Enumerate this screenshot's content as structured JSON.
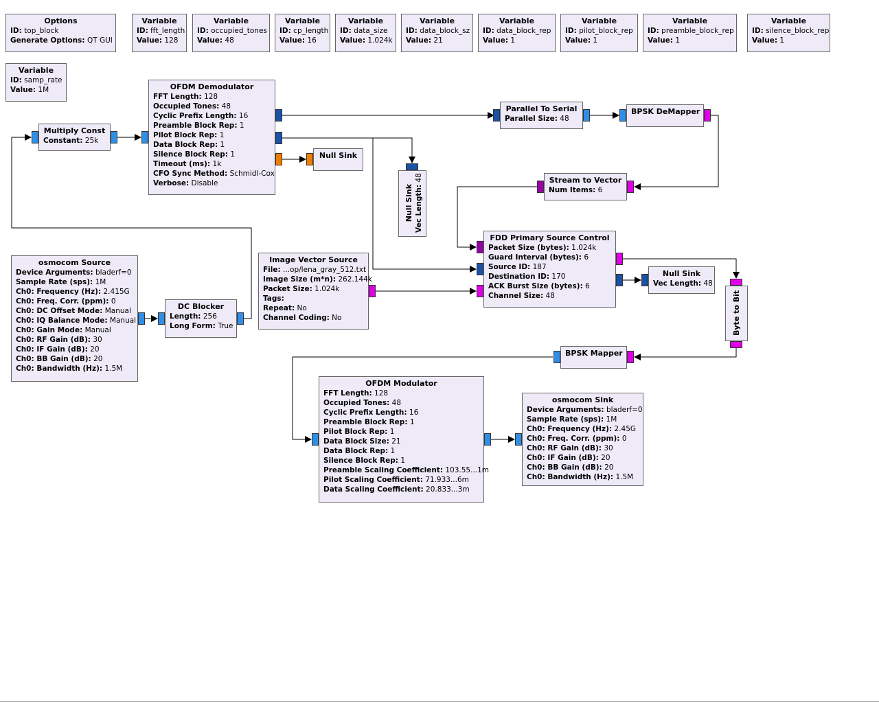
{
  "colors": {
    "block_bg": "#eeeaf8",
    "complex_port": "#2f8fe6",
    "float_port": "#f07c00",
    "byte_port": "#e000e8",
    "vector_complex_port": "#1a52a8",
    "vector_byte_port": "#9a00a8"
  },
  "blocks": {
    "options": {
      "title": "Options",
      "rows": [
        {
          "k": "ID:",
          "v": "top_block"
        },
        {
          "k": "Generate Options:",
          "v": "QT GUI"
        }
      ]
    },
    "var_fft_length": {
      "title": "Variable",
      "rows": [
        {
          "k": "ID:",
          "v": "fft_length"
        },
        {
          "k": "Value:",
          "v": "128"
        }
      ]
    },
    "var_occupied_tones": {
      "title": "Variable",
      "rows": [
        {
          "k": "ID:",
          "v": "occupied_tones"
        },
        {
          "k": "Value:",
          "v": "48"
        }
      ]
    },
    "var_cp_length": {
      "title": "Variable",
      "rows": [
        {
          "k": "ID:",
          "v": "cp_length"
        },
        {
          "k": "Value:",
          "v": "16"
        }
      ]
    },
    "var_data_size": {
      "title": "Variable",
      "rows": [
        {
          "k": "ID:",
          "v": "data_size"
        },
        {
          "k": "Value:",
          "v": "1.024k"
        }
      ]
    },
    "var_data_block_sz": {
      "title": "Variable",
      "rows": [
        {
          "k": "ID:",
          "v": "data_block_sz"
        },
        {
          "k": "Value:",
          "v": "21"
        }
      ]
    },
    "var_data_block_rep": {
      "title": "Variable",
      "rows": [
        {
          "k": "ID:",
          "v": "data_block_rep"
        },
        {
          "k": "Value:",
          "v": "1"
        }
      ]
    },
    "var_pilot_block_rep": {
      "title": "Variable",
      "rows": [
        {
          "k": "ID:",
          "v": "pilot_block_rep"
        },
        {
          "k": "Value:",
          "v": "1"
        }
      ]
    },
    "var_preamble_block_rep": {
      "title": "Variable",
      "rows": [
        {
          "k": "ID:",
          "v": "preamble_block_rep"
        },
        {
          "k": "Value:",
          "v": "1"
        }
      ]
    },
    "var_silence_block_rep": {
      "title": "Variable",
      "rows": [
        {
          "k": "ID:",
          "v": "silence_block_rep"
        },
        {
          "k": "Value:",
          "v": "1"
        }
      ]
    },
    "var_samp_rate": {
      "title": "Variable",
      "rows": [
        {
          "k": "ID:",
          "v": "samp_rate"
        },
        {
          "k": "Value:",
          "v": "1M"
        }
      ]
    },
    "ofdm_demod": {
      "title": "OFDM Demodulator",
      "rows": [
        {
          "k": "FFT Length:",
          "v": "128"
        },
        {
          "k": "Occupied Tones:",
          "v": "48"
        },
        {
          "k": "Cyclic Prefix Length:",
          "v": "16"
        },
        {
          "k": "Preamble Block Rep:",
          "v": "1"
        },
        {
          "k": "Pilot Block Rep:",
          "v": "1"
        },
        {
          "k": "Data Block Rep:",
          "v": "1"
        },
        {
          "k": "Silence Block Rep:",
          "v": "1"
        },
        {
          "k": "Timeout (ms):",
          "v": "1k"
        },
        {
          "k": "CFO Sync Method:",
          "v": "Schmidl-Cox"
        },
        {
          "k": "Verbose:",
          "v": "Disable"
        }
      ]
    },
    "multiply_const": {
      "title": "Multiply Const",
      "rows": [
        {
          "k": "Constant:",
          "v": "25k"
        }
      ]
    },
    "null_sink_float": {
      "title": "Null Sink",
      "rows": []
    },
    "null_sink_vec": {
      "title": "Null Sink",
      "rows": [
        {
          "k": "Vec Length:",
          "v": "48"
        }
      ]
    },
    "parallel_to_serial": {
      "title": "Parallel To Serial",
      "rows": [
        {
          "k": "Parallel Size:",
          "v": "48"
        }
      ]
    },
    "bpsk_demapper": {
      "title": "BPSK DeMapper",
      "rows": []
    },
    "stream_to_vector": {
      "title": "Stream to Vector",
      "rows": [
        {
          "k": "Num Items:",
          "v": "6"
        }
      ]
    },
    "fdd_control": {
      "title": "FDD Primary Source Control",
      "rows": [
        {
          "k": "Packet Size (bytes):",
          "v": "1.024k"
        },
        {
          "k": "Guard Interval (bytes):",
          "v": "6"
        },
        {
          "k": "Source ID:",
          "v": "187"
        },
        {
          "k": "Destination ID:",
          "v": "170"
        },
        {
          "k": "ACK Burst Size (bytes):",
          "v": "6"
        },
        {
          "k": "Channel Size:",
          "v": "48"
        }
      ]
    },
    "null_sink_vec2": {
      "title": "Null Sink",
      "rows": [
        {
          "k": "Vec Length:",
          "v": "48"
        }
      ]
    },
    "byte_to_bit": {
      "title": "Byte to Bit",
      "rows": []
    },
    "osmocom_source": {
      "title": "osmocom Source",
      "rows": [
        {
          "k": "Device Arguments:",
          "v": "bladerf=0"
        },
        {
          "k": "Sample Rate (sps):",
          "v": "1M"
        },
        {
          "k": "Ch0: Frequency (Hz):",
          "v": "2.415G"
        },
        {
          "k": "Ch0: Freq. Corr. (ppm):",
          "v": "0"
        },
        {
          "k": "Ch0: DC Offset Mode:",
          "v": "Manual"
        },
        {
          "k": "Ch0: IQ Balance Mode:",
          "v": "Manual"
        },
        {
          "k": "Ch0: Gain Mode:",
          "v": "Manual"
        },
        {
          "k": "Ch0: RF Gain (dB):",
          "v": "30"
        },
        {
          "k": "Ch0: IF Gain (dB):",
          "v": "20"
        },
        {
          "k": "Ch0: BB Gain (dB):",
          "v": "20"
        },
        {
          "k": "Ch0: Bandwidth (Hz):",
          "v": "1.5M"
        }
      ]
    },
    "dc_blocker": {
      "title": "DC Blocker",
      "rows": [
        {
          "k": "Length:",
          "v": "256"
        },
        {
          "k": "Long Form:",
          "v": "True"
        }
      ]
    },
    "image_vector_source": {
      "title": "Image Vector Source",
      "rows": [
        {
          "k": "File:",
          "v": "...op/lena_gray_512.txt"
        },
        {
          "k": "Image Size (m*n):",
          "v": "262.144k"
        },
        {
          "k": "Packet Size:",
          "v": "1.024k"
        },
        {
          "k": "Tags:",
          "v": ""
        },
        {
          "k": "Repeat:",
          "v": "No"
        },
        {
          "k": "Channel Coding:",
          "v": "No"
        }
      ]
    },
    "bpsk_mapper": {
      "title": "BPSK Mapper",
      "rows": []
    },
    "ofdm_mod": {
      "title": "OFDM Modulator",
      "rows": [
        {
          "k": "FFT Length:",
          "v": "128"
        },
        {
          "k": "Occupied Tones:",
          "v": "48"
        },
        {
          "k": "Cyclic Prefix Length:",
          "v": "16"
        },
        {
          "k": "Preamble Block Rep:",
          "v": "1"
        },
        {
          "k": "Pilot Block Rep:",
          "v": "1"
        },
        {
          "k": "Data Block Size:",
          "v": "21"
        },
        {
          "k": "Data Block Rep:",
          "v": "1"
        },
        {
          "k": "Silence Block Rep:",
          "v": "1"
        },
        {
          "k": "Preamble Scaling Coefficient:",
          "v": "103.55...1m"
        },
        {
          "k": "Pilot Scaling Coefficient:",
          "v": "71.933...6m"
        },
        {
          "k": "Data Scaling Coefficient:",
          "v": "20.833...3m"
        }
      ]
    },
    "osmocom_sink": {
      "title": "osmocom Sink",
      "rows": [
        {
          "k": "Device Arguments:",
          "v": "bladerf=0"
        },
        {
          "k": "Sample Rate (sps):",
          "v": "1M"
        },
        {
          "k": "Ch0: Frequency (Hz):",
          "v": "2.45G"
        },
        {
          "k": "Ch0: Freq. Corr. (ppm):",
          "v": "0"
        },
        {
          "k": "Ch0: RF Gain (dB):",
          "v": "30"
        },
        {
          "k": "Ch0: IF Gain (dB):",
          "v": "20"
        },
        {
          "k": "Ch0: BB Gain (dB):",
          "v": "20"
        },
        {
          "k": "Ch0: Bandwidth (Hz):",
          "v": "1.5M"
        }
      ]
    }
  }
}
